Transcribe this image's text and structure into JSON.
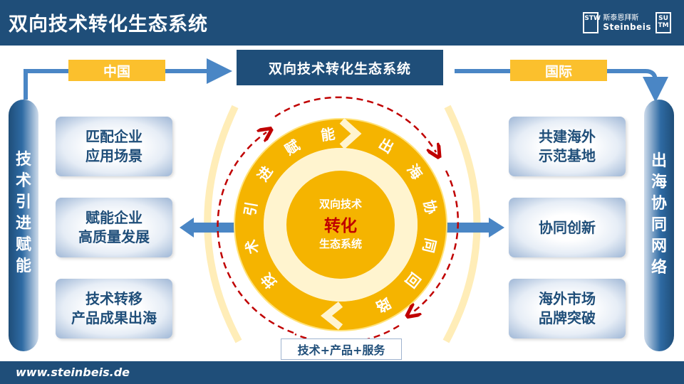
{
  "header": {
    "title": "双向技术转化生态系统",
    "logo_cn": "斯泰恩拜斯",
    "logo_en": "Steinbeis",
    "logo_left_mark": "STW",
    "logo_right_mark": "SU TM"
  },
  "top_box": "双向技术转化生态系统",
  "tags": {
    "china": "中国",
    "international": "国际"
  },
  "left_pillar": "技术引进赋能",
  "right_pillar": "出海协同网络",
  "left_cards": [
    "匹配企业\n应用场景",
    "赋能企业\n高质量发展",
    "技术转移\n产品成果出海"
  ],
  "right_cards": [
    "共建海外\n示范基地",
    "协同创新",
    "海外市场\n品牌突破"
  ],
  "ring_left_text": "技术引进赋能",
  "ring_right_text": "出海协同回路",
  "center": {
    "line1": "双向技术",
    "line2": "转化",
    "line3": "生态系统"
  },
  "bottom_label": "技术+产品+服务",
  "footer_url": "www.steinbeis.de",
  "colors": {
    "navy": "#1f4e79",
    "yellow": "#fbc02d",
    "ring_yellow": "#f5b400",
    "red_dash": "#c00000",
    "arrow_blue": "#4a86c5"
  }
}
